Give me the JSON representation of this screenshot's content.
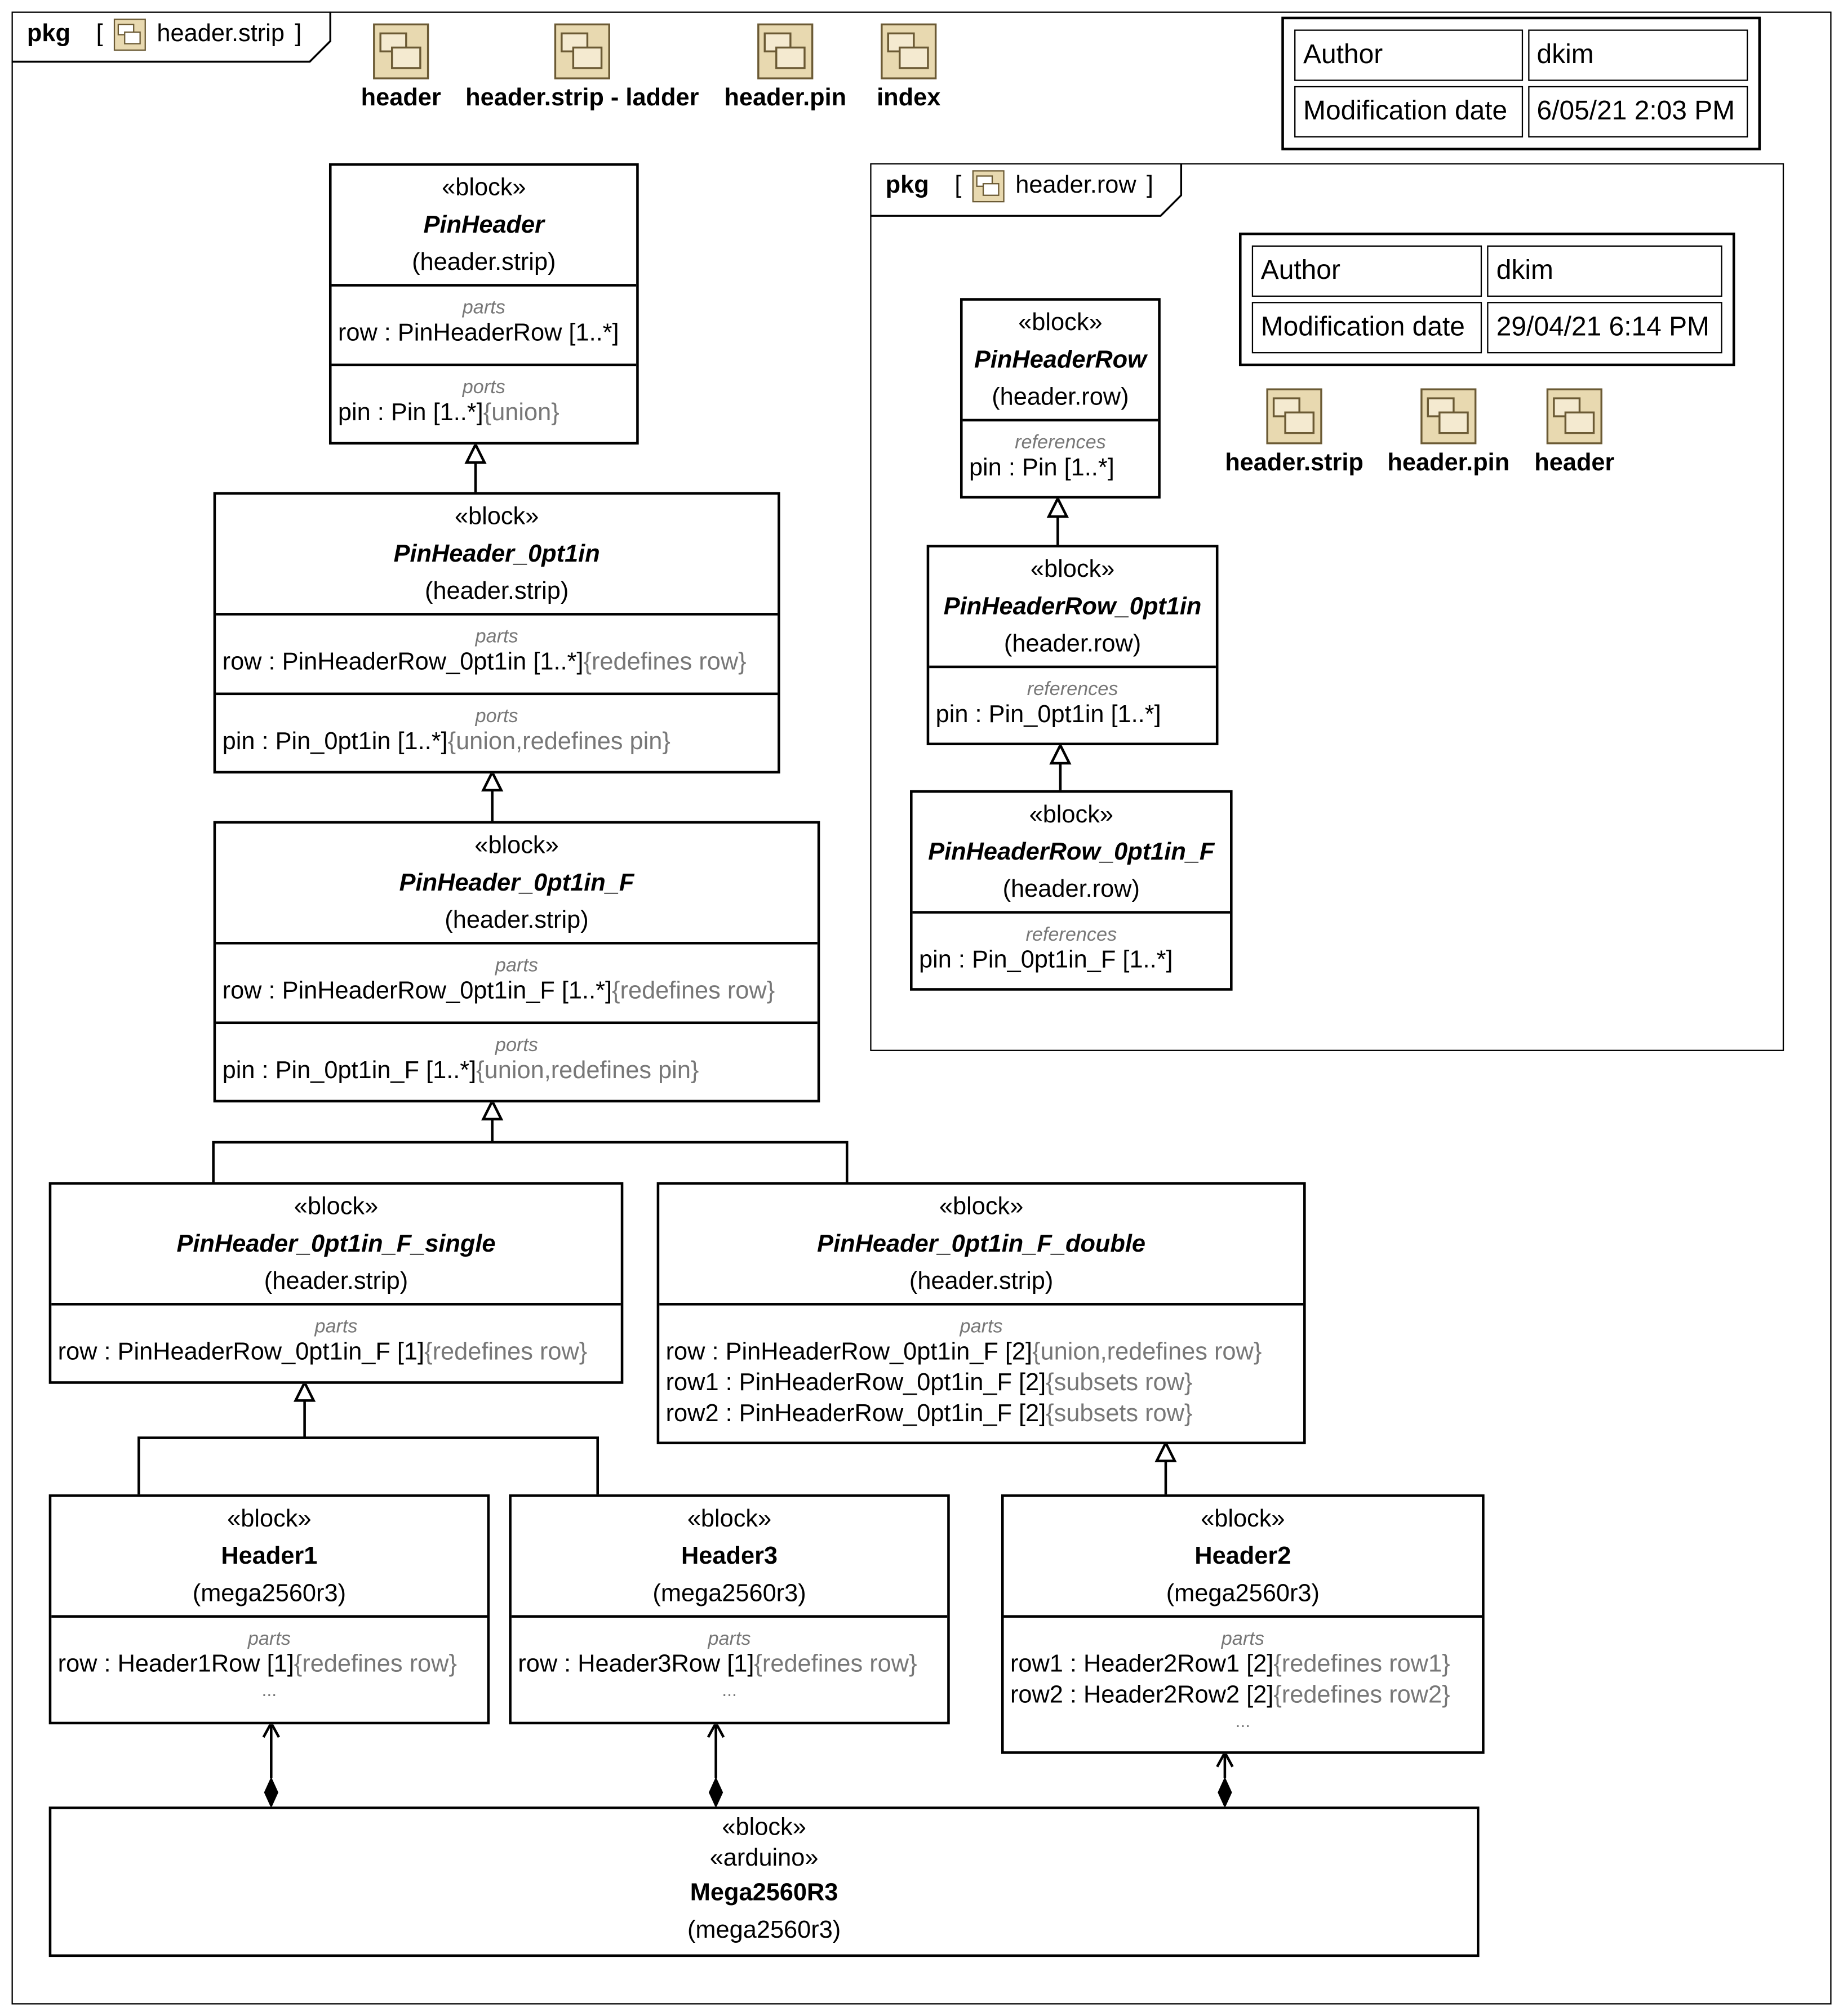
{
  "outer": {
    "keyword": "pkg",
    "name": "header.strip",
    "author_label": "Author",
    "author": "dkim",
    "modified_label": "Modification date",
    "modified": "6/05/21 2:03 PM",
    "shortcuts": [
      "header",
      "header.strip - ladder",
      "header.pin",
      "index"
    ]
  },
  "inner": {
    "keyword": "pkg",
    "name": "header.row",
    "author_label": "Author",
    "author": "dkim",
    "modified_label": "Modification date",
    "modified": "29/04/21 6:14 PM",
    "shortcuts": [
      "header.strip",
      "header.pin",
      "header"
    ]
  },
  "labels": {
    "block": "«block»",
    "arduino": "«arduino»",
    "parts": "parts",
    "ports": "ports",
    "references": "references",
    "ellipsis": "..."
  },
  "blocks": {
    "pinheader": {
      "name": "PinHeader",
      "owner": "(header.strip)",
      "row_prop": "row : PinHeaderRow [1..*]",
      "pin_prop": "pin : Pin [1..*]",
      "pin_mod": "{union}"
    },
    "pinheader_0pt1in": {
      "name": "PinHeader_0pt1in",
      "owner": "(header.strip)",
      "row_prop": "row : PinHeaderRow_0pt1in [1..*]",
      "row_mod": "{redefines row}",
      "pin_prop": "pin : Pin_0pt1in [1..*]",
      "pin_mod": "{union,redefines pin}"
    },
    "pinheader_0pt1in_f": {
      "name": "PinHeader_0pt1in_F",
      "owner": "(header.strip)",
      "row_prop": "row : PinHeaderRow_0pt1in_F [1..*]",
      "row_mod": "{redefines row}",
      "pin_prop": "pin : Pin_0pt1in_F [1..*]",
      "pin_mod": "{union,redefines pin}"
    },
    "single": {
      "name": "PinHeader_0pt1in_F_single",
      "owner": "(header.strip)",
      "row_prop": "row : PinHeaderRow_0pt1in_F [1]",
      "row_mod": "{redefines row}"
    },
    "double": {
      "name": "PinHeader_0pt1in_F_double",
      "owner": "(header.strip)",
      "row_prop": "row : PinHeaderRow_0pt1in_F [2]",
      "row_mod": "{union,redefines row}",
      "row1_prop": "row1 : PinHeaderRow_0pt1in_F [2]",
      "row1_mod": "{subsets row}",
      "row2_prop": "row2 : PinHeaderRow_0pt1in_F [2]",
      "row2_mod": "{subsets row}"
    },
    "header1": {
      "name": "Header1",
      "owner": "(mega2560r3)",
      "row_prop": "row : Header1Row [1]",
      "row_mod": "{redefines row}"
    },
    "header3": {
      "name": "Header3",
      "owner": "(mega2560r3)",
      "row_prop": "row : Header3Row [1]",
      "row_mod": "{redefines row}"
    },
    "header2": {
      "name": "Header2",
      "owner": "(mega2560r3)",
      "row1_prop": "row1 : Header2Row1 [2]",
      "row1_mod": "{redefines row1}",
      "row2_prop": "row2 : Header2Row2 [2]",
      "row2_mod": "{redefines row2}"
    },
    "mega": {
      "name": "Mega2560R3",
      "owner": "(mega2560r3)"
    },
    "pinheaderrow": {
      "name": "PinHeaderRow",
      "owner": "(header.row)",
      "pin_prop": "pin : Pin [1..*]"
    },
    "pinheaderrow_0pt1in": {
      "name": "PinHeaderRow_0pt1in",
      "owner": "(header.row)",
      "pin_prop": "pin : Pin_0pt1in [1..*]"
    },
    "pinheaderrow_0pt1in_f": {
      "name": "PinHeaderRow_0pt1in_F",
      "owner": "(header.row)",
      "pin_prop": "pin : Pin_0pt1in_F [1..*]"
    }
  },
  "colors": {
    "package_icon_fill": "#e8d9b0",
    "package_icon_stroke": "#6b5a34",
    "modifier_gray": "#777777"
  }
}
